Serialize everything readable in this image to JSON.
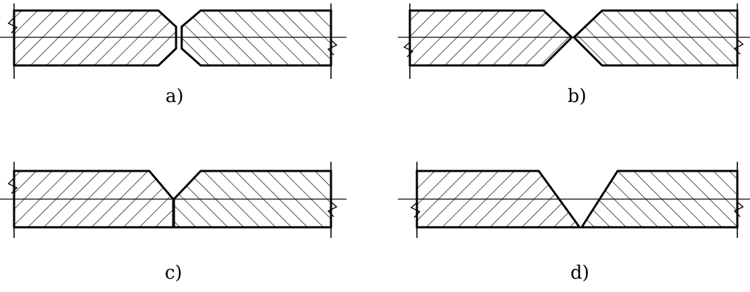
{
  "panels": [
    {
      "id": "a",
      "label": "a)",
      "joint": "double-v-with-root-face"
    },
    {
      "id": "b",
      "label": "b)",
      "joint": "double-v"
    },
    {
      "id": "c",
      "label": "c)",
      "joint": "single-v-with-root-face"
    },
    {
      "id": "d",
      "label": "d)",
      "joint": "single-v"
    }
  ],
  "colors": {
    "stroke": "#000000",
    "background": "#ffffff"
  }
}
